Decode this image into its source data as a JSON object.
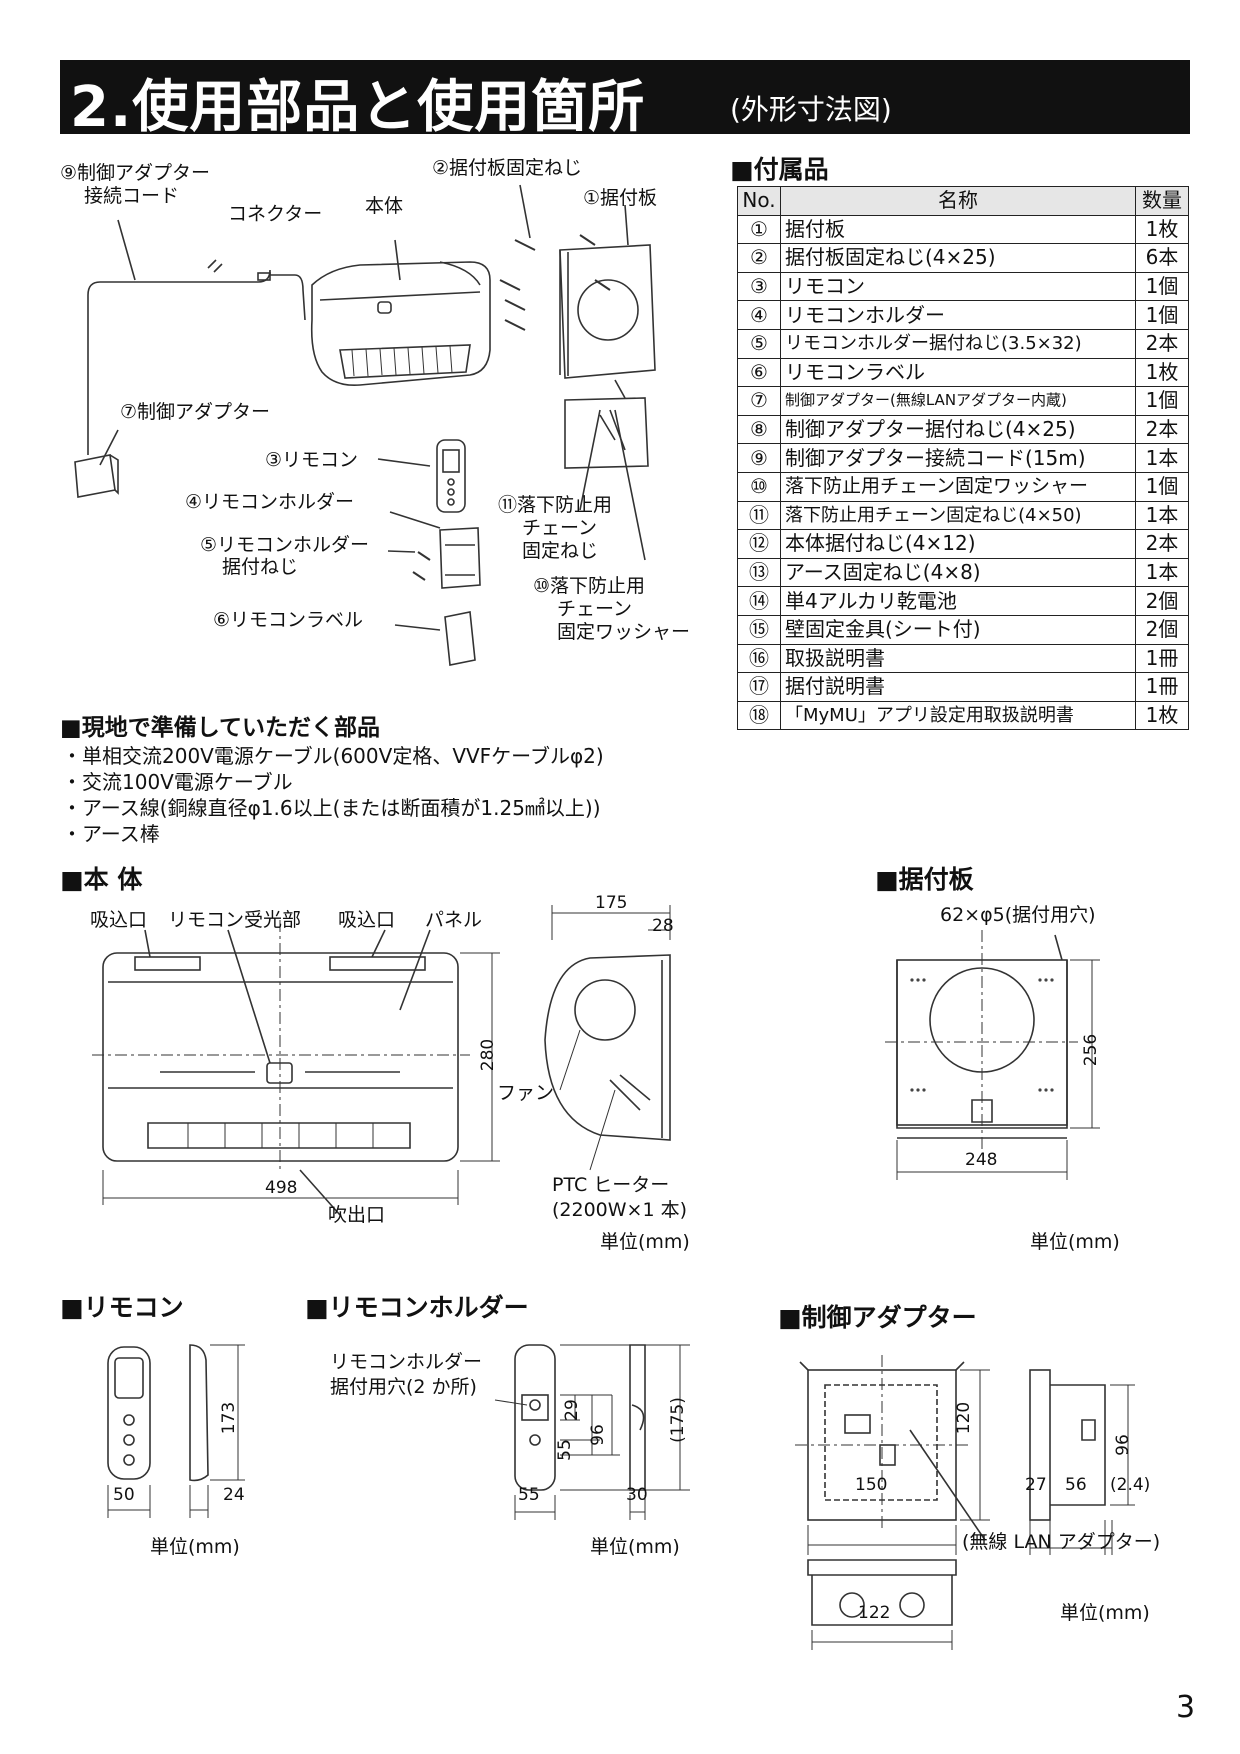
{
  "header": {
    "title": "2.使用部品と使用箇所",
    "subtitle": "(外形寸法図)"
  },
  "diagram_labels": {
    "cord": [
      "⑨制御アダプター",
      "接続コード"
    ],
    "screw_plate": "②据付板固定ねじ",
    "plate": "①据付板",
    "connector": "コネクター",
    "body": "本体",
    "adapter": "⑦制御アダプター",
    "remote": "③リモコン",
    "holder": "④リモコンホルダー",
    "holder_screw": [
      "⑤リモコンホルダー",
      "据付ねじ"
    ],
    "label": "⑥リモコンラベル",
    "chain_screw": [
      "⑪落下防止用",
      "チェーン",
      "固定ねじ"
    ],
    "washer": [
      "⑩落下防止用",
      "チェーン",
      "固定ワッシャー"
    ]
  },
  "accessories": {
    "title": "■付属品",
    "headers": [
      "No.",
      "名称",
      "数量"
    ],
    "rows": [
      {
        "no": "①",
        "name": "据付板",
        "qty": "1枚"
      },
      {
        "no": "②",
        "name": "据付板固定ねじ(4×25)",
        "qty": "6本"
      },
      {
        "no": "③",
        "name": "リモコン",
        "qty": "1個"
      },
      {
        "no": "④",
        "name": "リモコンホルダー",
        "qty": "1個"
      },
      {
        "no": "⑤",
        "name": "リモコンホルダー据付ねじ(3.5×32)",
        "qty": "2本"
      },
      {
        "no": "⑥",
        "name": "リモコンラベル",
        "qty": "1枚"
      },
      {
        "no": "⑦",
        "name": "制御アダプター(無線LANアダプター内蔵)",
        "qty": "1個"
      },
      {
        "no": "⑧",
        "name": "制御アダプター据付ねじ(4×25)",
        "qty": "2本"
      },
      {
        "no": "⑨",
        "name": "制御アダプター接続コード(15m)",
        "qty": "1本"
      },
      {
        "no": "⑩",
        "name": "落下防止用チェーン固定ワッシャー",
        "qty": "1個"
      },
      {
        "no": "⑪",
        "name": "落下防止用チェーン固定ねじ(4×50)",
        "qty": "1本"
      },
      {
        "no": "⑫",
        "name": "本体据付ねじ(4×12)",
        "qty": "2本"
      },
      {
        "no": "⑬",
        "name": "アース固定ねじ(4×8)",
        "qty": "1本"
      },
      {
        "no": "⑭",
        "name": "単4アルカリ乾電池",
        "qty": "2個"
      },
      {
        "no": "⑮",
        "name": "壁固定金具(シート付)",
        "qty": "2個"
      },
      {
        "no": "⑯",
        "name": "取扱説明書",
        "qty": "1冊"
      },
      {
        "no": "⑰",
        "name": "据付説明書",
        "qty": "1冊"
      },
      {
        "no": "⑱",
        "name": "「MyMU」アプリ設定用取扱説明書",
        "qty": "1枚"
      }
    ]
  },
  "local_parts": {
    "title": "■現地で準備していただく部品",
    "items": [
      "・単相交流200V電源ケーブル(600V定格、VVFケーブルφ2)",
      "・交流100V電源ケーブル",
      "・アース線(銅線直径φ1.6以上(または断面積が1.25㎟以上))",
      "・アース棒"
    ]
  },
  "body_section": {
    "title": "■本 体",
    "labels": [
      "吸込口",
      "リモコン受光部",
      "吸込口",
      "パネル"
    ],
    "dims": {
      "width": "498",
      "height": "280",
      "depth": "175",
      "depth2": "28"
    },
    "fan": "ファン",
    "heater": [
      "PTC ヒーター",
      "(2200W×1 本)"
    ],
    "outlet": "吹出口",
    "unit": "単位(mm)"
  },
  "plate_section": {
    "title": "■据付板",
    "holes": "62×φ5(据付用穴)",
    "dims": {
      "height": "256",
      "width": "248"
    },
    "unit": "単位(mm)"
  },
  "remote_section": {
    "title": "■リモコン",
    "dims": {
      "height": "173",
      "width": "50",
      "depth": "24"
    },
    "unit": "単位(mm)"
  },
  "holder_section": {
    "title": "■リモコンホルダー",
    "holes": [
      "リモコンホルダー",
      "据付用穴(2 か所)"
    ],
    "dims": {
      "d29": "29",
      "d55v": "55",
      "d96": "96",
      "d175": "(175)",
      "d55h": "55",
      "d30": "30"
    },
    "unit": "単位(mm)"
  },
  "adapter_section": {
    "title": "■制御アダプター",
    "dims": {
      "h120": "120",
      "w150": "150",
      "h96": "96",
      "d27": "27",
      "d56": "56",
      "d24": "(2.4)",
      "w122": "122"
    },
    "lan": "(無線 LAN アダプター)",
    "unit": "単位(mm)"
  },
  "page_number": "3"
}
